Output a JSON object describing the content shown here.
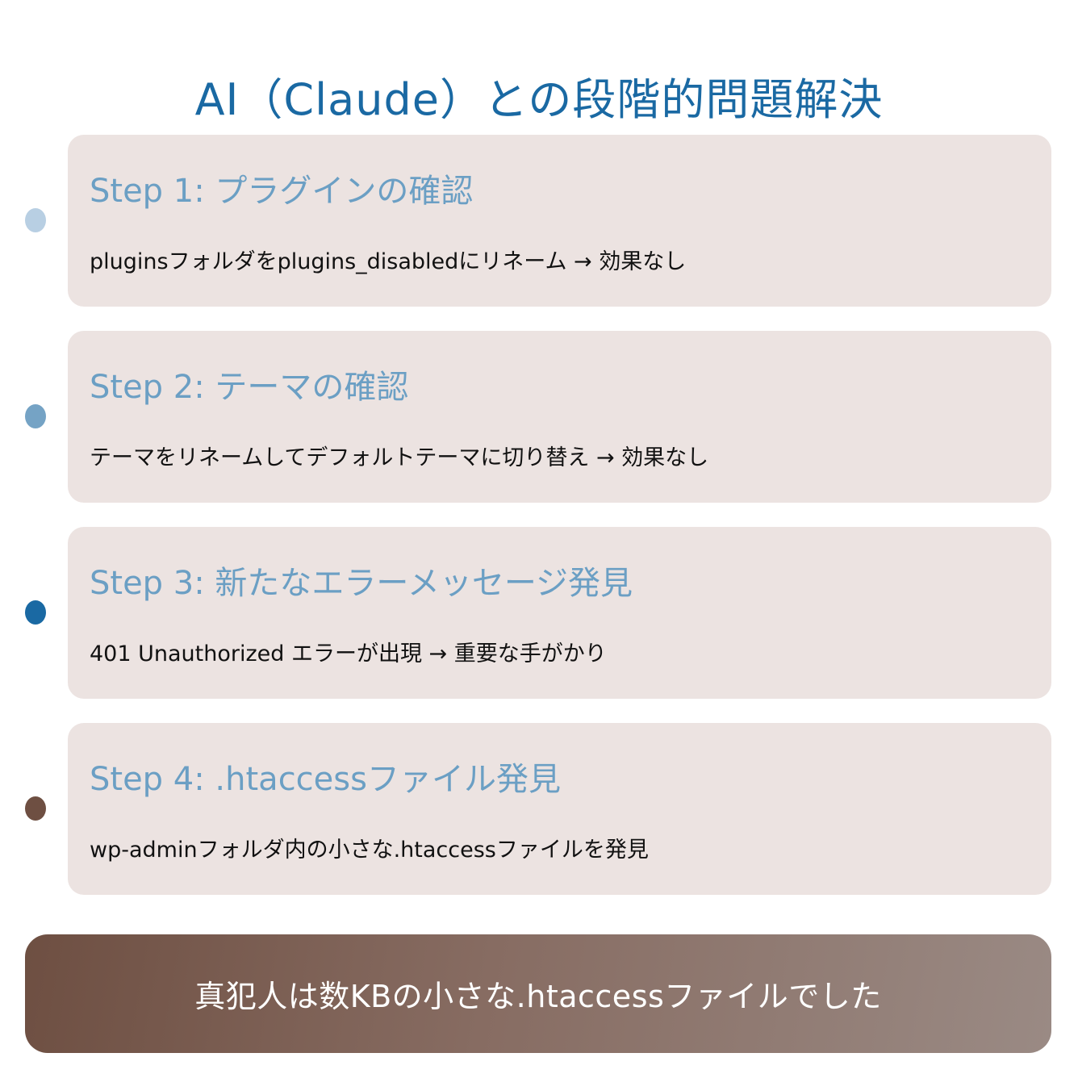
{
  "header": {
    "title": "AI（Claude）との段階的問題解決",
    "title_color": "#1a69a3"
  },
  "steps": [
    {
      "title": "Step 1: プラグインの確認",
      "description": "pluginsフォルダをplugins_disabledにリネーム → 効果なし",
      "dot_color": "#b8cfe3"
    },
    {
      "title": "Step 2: テーマの確認",
      "description": "テーマをリネームしてデフォルトテーマに切り替え → 効果なし",
      "dot_color": "#75a3c5"
    },
    {
      "title": "Step 3: 新たなエラーメッセージ発見",
      "description": "401 Unauthorized エラーが出現 → 重要な手がかり",
      "dot_color": "#1a69a3"
    },
    {
      "title": "Step 4: .htaccessファイル発見",
      "description": "wp-adminフォルダ内の小さな.htaccessファイルを発見",
      "dot_color": "#6e4f42"
    }
  ],
  "conclusion": {
    "text": "真犯人は数KBの小さな.htaccessファイルでした",
    "gradient_start": "#6e4f42",
    "gradient_end": "#9a8a84"
  },
  "colors": {
    "card_background": "#ece3e1",
    "step_title": "#6b9fc4",
    "step_text": "#111111"
  }
}
